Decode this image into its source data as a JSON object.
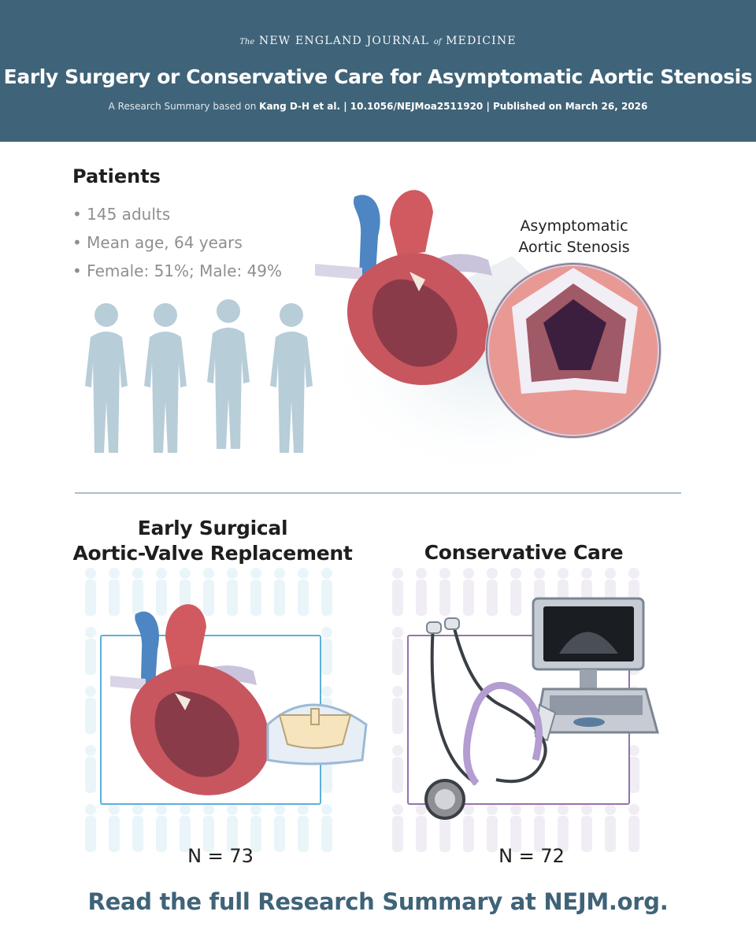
{
  "header": {
    "journal_prefix": "The",
    "journal_name_1": "NEW ENGLAND JOURNAL",
    "journal_of": "of",
    "journal_name_2": "MEDICINE",
    "title": "Early Surgery or Conservative Care for Asymptomatic Aortic Stenosis",
    "subtitle_prefix": "A Research Summary based on",
    "citation": "Kang D-H et al. | 10.1056/NEJMoa2511920 | Published on March 26, 2026",
    "background_color": "#3f6378"
  },
  "patients": {
    "heading": "Patients",
    "items": [
      "• 145 adults",
      "• Mean age, 64 years",
      "• Female: 51%; Male: 49%"
    ]
  },
  "illustration": {
    "label_line1": "Asymptomatic",
    "label_line2": "Aortic Stenosis"
  },
  "arms": {
    "surgery": {
      "title_line1": "Early Surgical",
      "title_line2": "Aortic-Valve Replacement",
      "n": "N = 73",
      "color": "#5bb0dc"
    },
    "conservative": {
      "title": "Conservative Care",
      "n": "N = 72",
      "color": "#9572b0"
    }
  },
  "footer": "Read the full Research Summary at NEJM.org."
}
